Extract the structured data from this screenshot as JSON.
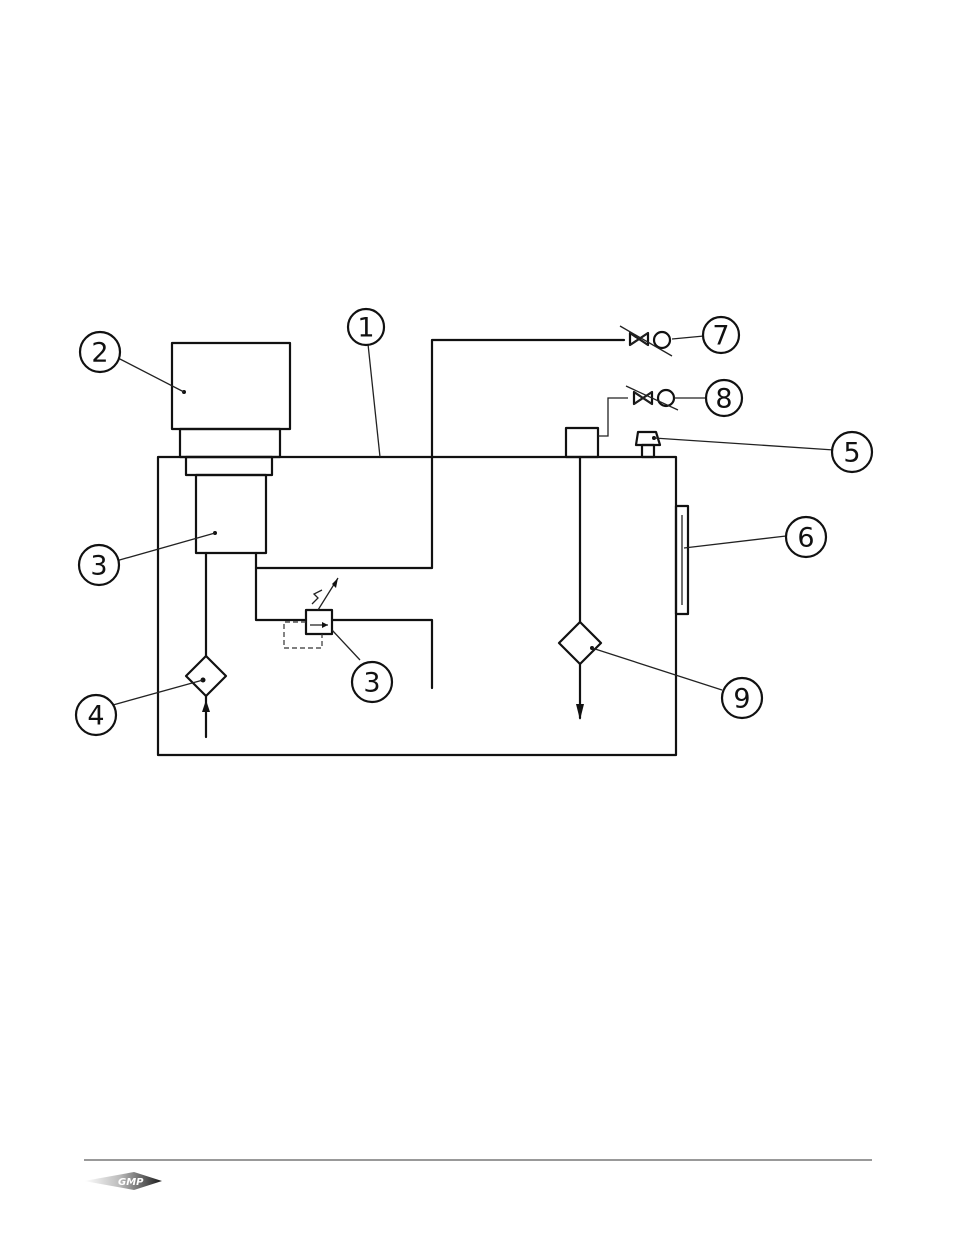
{
  "diagram": {
    "callouts": {
      "c1": "1",
      "c2": "2",
      "c3a": "3",
      "c3b": "3",
      "c4": "4",
      "c5": "5",
      "c6": "6",
      "c7": "7",
      "c8": "8",
      "c9": "9"
    }
  },
  "footer": {
    "logo_text": "GMP",
    "logo_icon": "gmp-arrow-logo"
  },
  "colors": {
    "ink": "#111111",
    "background": "#ffffff",
    "logo_fill": "#1a1a1a"
  }
}
